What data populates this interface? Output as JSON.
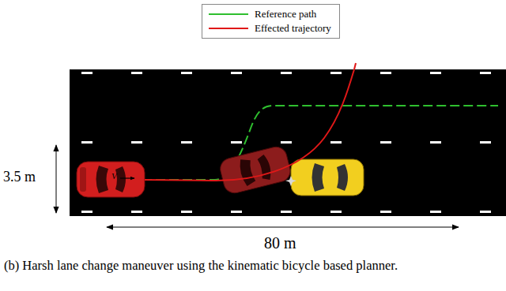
{
  "diagram": {
    "caption": "(b) Harsh lane change maneuver using the kinematic bicycle based planner.",
    "labels": [
      "3.5 m",
      "80 m",
      "V"
    ],
    "legend": [
      {
        "text": "Reference path"
      },
      {
        "text": "Effected trajectory"
      }
    ]
  }
}
